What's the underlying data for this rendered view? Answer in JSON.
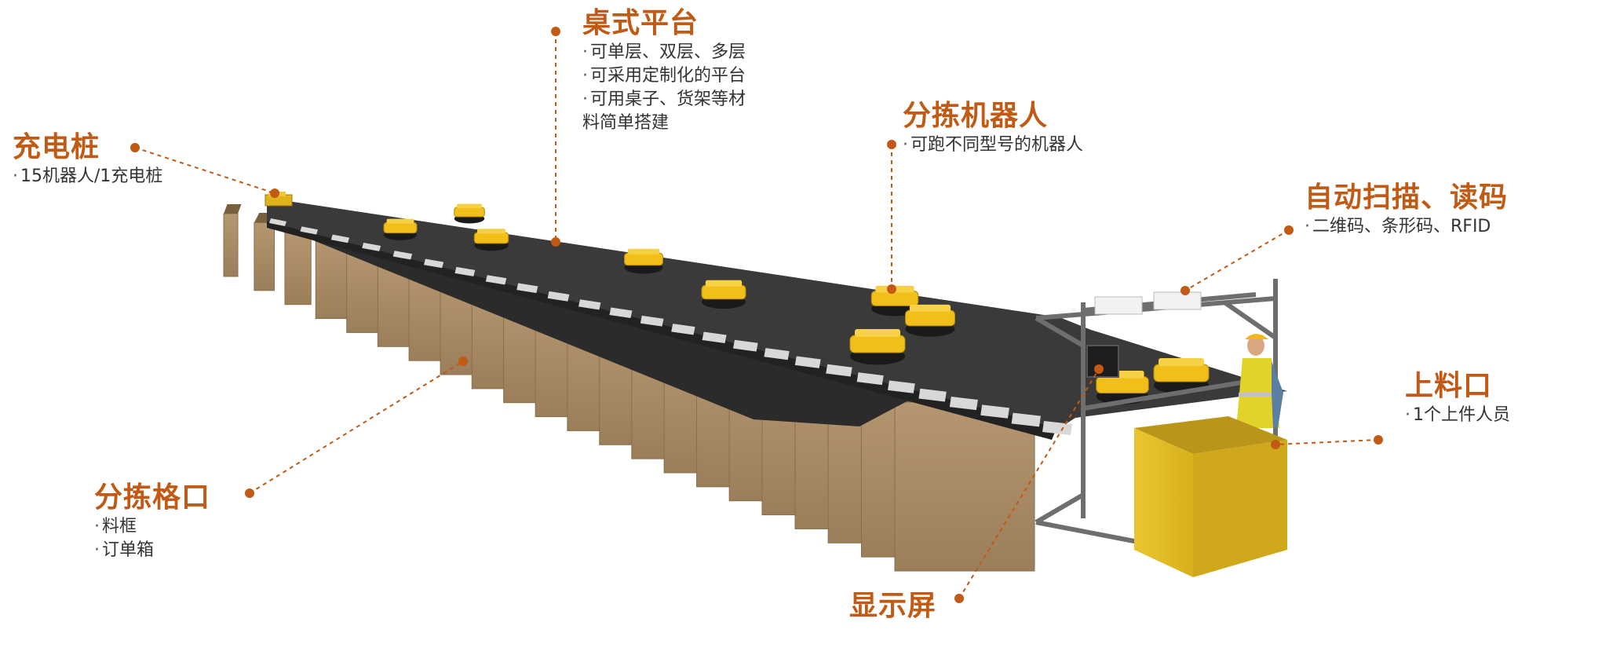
{
  "colors": {
    "accent": "#c05a14",
    "body_text": "#333333",
    "robot": "#f2be19",
    "platform": "#353535",
    "box": "#a88b67",
    "feed_bin": "#e8c52d",
    "frame": "#6e6e6e"
  },
  "callouts": {
    "charger": {
      "title": "充电桩",
      "items": [
        "15机器人/1充电桩"
      ]
    },
    "platform": {
      "title": "桌式平台",
      "items": [
        "可单层、双层、多层",
        "可采用定制化的平台",
        "可用桌子、货架等材"
      ],
      "continuation": "料简单搭建"
    },
    "robot": {
      "title": "分拣机器人",
      "items": [
        "可跑不同型号的机器人"
      ]
    },
    "scanner": {
      "title": "自动扫描、读码",
      "items": [
        "二维码、条形码、RFID"
      ]
    },
    "feeding": {
      "title": "上料口",
      "items": [
        "1个上件人员"
      ]
    },
    "chute": {
      "title": "分拣格口",
      "items": [
        "料框",
        "订单箱"
      ]
    },
    "display": {
      "title": "显示屏"
    }
  }
}
